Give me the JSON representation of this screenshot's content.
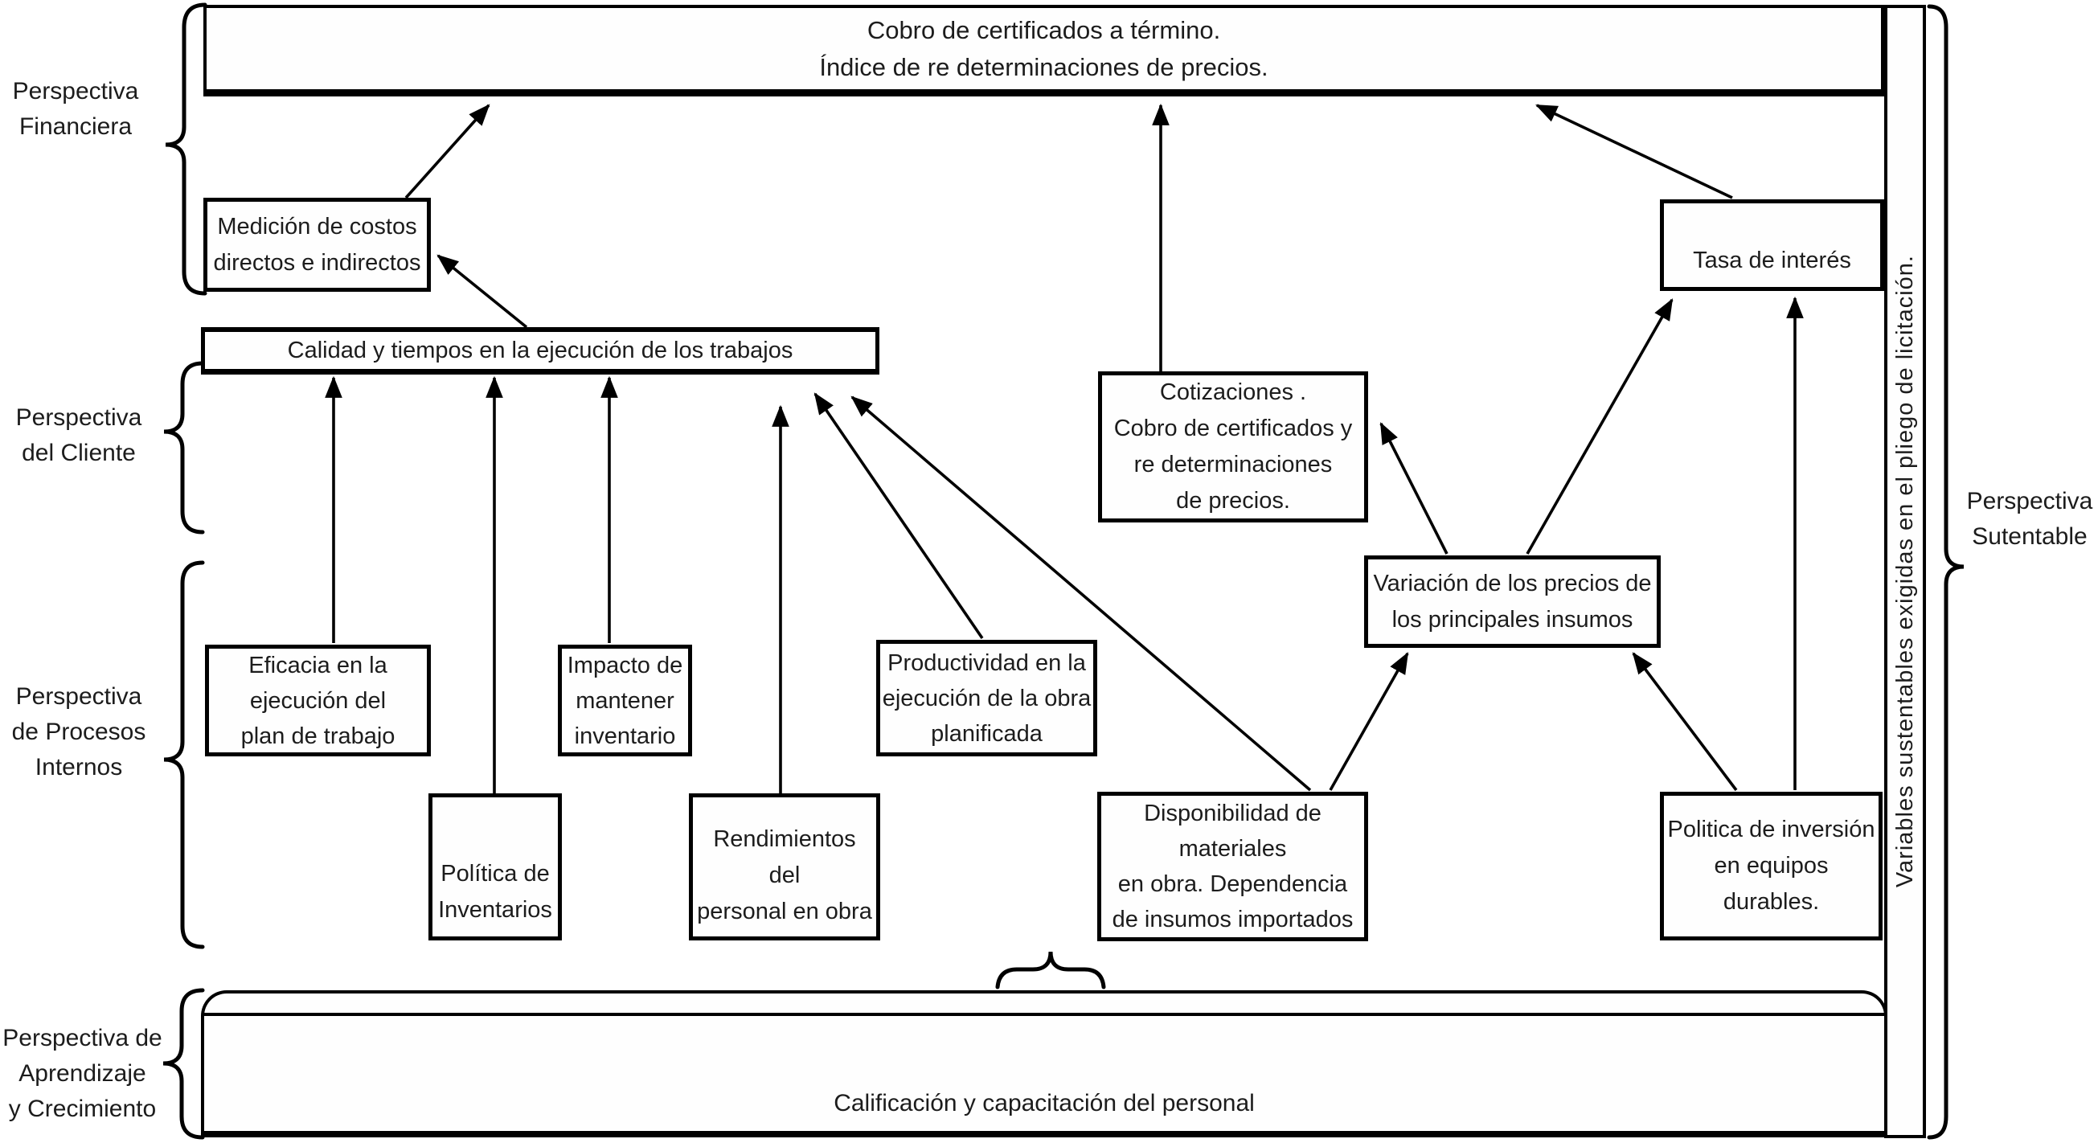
{
  "side_labels": {
    "financiera": [
      "Perspectiva",
      "Financiera"
    ],
    "cliente": [
      "Perspectiva",
      "del Cliente"
    ],
    "procesos": [
      "Perspectiva",
      "de Procesos",
      "Internos"
    ],
    "aprendizaje": [
      "Perspectiva de",
      "Aprendizaje",
      "y Crecimiento"
    ],
    "sutentable": [
      "Perspectiva",
      "Sutentable"
    ]
  },
  "sidebar": {
    "text": "Variables sustentables exigidas en el pliego de licitación."
  },
  "boxes": {
    "top_bar": [
      "Cobro de certificados a término.",
      "Índice de re determinaciones de precios."
    ],
    "medicion": [
      "Medición de costos",
      "directos e indirectos"
    ],
    "calidad": [
      "Calidad y tiempos en la ejecución de los trabajos"
    ],
    "cotizaciones": [
      "Cotizaciones .",
      "Cobro de certificados y",
      "re determinaciones",
      "de precios."
    ],
    "tasa": [
      "Tasa de interés"
    ],
    "variacion": [
      "Variación de los precios de",
      "los principales insumos"
    ],
    "eficacia": [
      "Eficacia en la",
      "ejecución del",
      "plan de trabajo"
    ],
    "impacto": [
      "Impacto de",
      "mantener",
      "inventario"
    ],
    "productividad": [
      "Productividad en la",
      "ejecución de la obra",
      "planificada"
    ],
    "politica_inventarios": [
      "Política de",
      "Inventarios"
    ],
    "rendimientos": [
      "Rendimientos",
      "del",
      "personal en obra"
    ],
    "disponibilidad": [
      "Disponibilidad de",
      "materiales",
      "en obra. Dependencia",
      "de insumos importados"
    ],
    "politica_inversion": [
      "Politica de inversión",
      "en equipos",
      "durables."
    ],
    "bottom_bar": [
      "Calificación y capacitación del personal"
    ]
  },
  "colors": {
    "line": "#000000",
    "text": "#1c1c1c",
    "background": "#ffffff"
  }
}
